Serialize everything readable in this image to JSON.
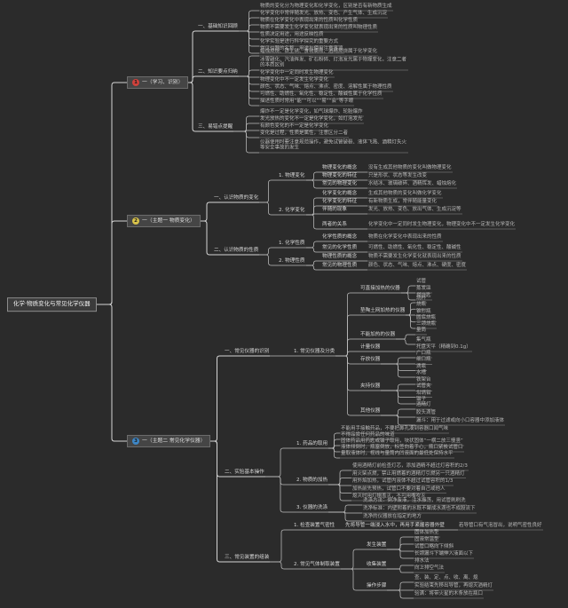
{
  "theme": {
    "background": "#2b2b2b",
    "line": "#d6d6d6",
    "text": "#b9b9b9"
  },
  "root": {
    "label": "化学·物质变化与常见化学仪器"
  },
  "branches": [
    {
      "badge": "1",
      "badge_color": "#d0413b",
      "label": "一（学习、识别）",
      "children": [
        {
          "label": "一、基础知识回顾",
          "children": [
            {
              "label": "物质的变化分为物理变化和化学变化，区别是否有新物质生成"
            },
            {
              "label": "化学变化中常伴随发光、放热、变色、产生气体、生成沉淀"
            },
            {
              "label": "物质在化学变化中表现出来的性质叫化学性质"
            },
            {
              "label": "物质不需要发生化学变化就表现出来的性质叫物理性质"
            },
            {
              "label": "性质决定用途，用途反映性质"
            },
            {
              "label": "化学实验是进行科学探究的重要方式"
            },
            {
              "label": "常见仪器的名称、用途与使用注意事项"
            }
          ]
        },
        {
          "label": "二、知识要点归纳",
          "children": [
            {
              "label": "蜡烛燃烧、铁生锈、食物腐败、酒精燃烧属于化学变化"
            },
            {
              "label": "冰雪融化、汽油挥发、矿石粉碎、灯泡发光属于物理变化，注意二者的本质区别"
            },
            {
              "label": "化学变化中一定同时发生物理变化"
            },
            {
              "label": "物理变化中不一定发生化学变化"
            },
            {
              "label": "颜色、状态、气味、熔点、沸点、密度、溶解性属于物理性质"
            },
            {
              "label": "可燃性、助燃性、氧化性、稳定性、酸碱性属于化学性质"
            },
            {
              "label": "描述性质时常用“能”“可以”“易”“会”等字眼"
            }
          ]
        },
        {
          "label": "三、易错点提醒",
          "children": [
            {
              "label": "爆炸不一定是化学变化，如气球爆炸、轮胎爆炸"
            },
            {
              "label": "发光放热的变化不一定是化学变化，如灯泡发光"
            },
            {
              "label": "有颜色变化的不一定是化学变化"
            },
            {
              "label": "变化是过程，性质是属性，注意区分二者"
            },
            {
              "label": "仪器使用时要注意规范操作，避免试管破裂、液体飞溅、酒精灯失火等安全事故的发生"
            }
          ]
        }
      ]
    },
    {
      "badge": "2",
      "badge_color": "#d8c24a",
      "label": "一（主题一 物质变化）",
      "children": [
        {
          "label": "一、认识物质的变化",
          "children": [
            {
              "label": "1. 物理变化",
              "children": [
                {
                  "label": "物理变化的概念",
                  "children": [
                    {
                      "label": "没有生成其他物质的变化叫做物理变化"
                    }
                  ]
                },
                {
                  "label": "物理变化的特征",
                  "children": [
                    {
                      "label": "只是形状、状态等发生改变"
                    }
                  ]
                },
                {
                  "label": "常见的物理变化",
                  "children": [
                    {
                      "label": "水结冰、玻璃破碎、酒精挥发、蜡烛熔化"
                    }
                  ]
                }
              ]
            },
            {
              "label": "2. 化学变化",
              "children": [
                {
                  "label": "化学变化的概念",
                  "children": [
                    {
                      "label": "生成其他物质的变化叫做化学变化"
                    }
                  ]
                },
                {
                  "label": "化学变化的特征",
                  "children": [
                    {
                      "label": "有新物质生成，常伴随能量变化"
                    }
                  ]
                },
                {
                  "label": "伴随的现象",
                  "children": [
                    {
                      "label": "发光、放热、变色、放出气体、生成沉淀等"
                    }
                  ]
                },
                {
                  "label": "两者的关系",
                  "children": [
                    {
                      "label": "化学变化中一定同时发生物理变化，物理变化中不一定发生化学变化"
                    }
                  ]
                }
              ]
            }
          ]
        },
        {
          "label": "二、认识物质的性质",
          "children": [
            {
              "label": "1. 化学性质",
              "children": [
                {
                  "label": "化学性质的概念",
                  "children": [
                    {
                      "label": "物质在化学变化中表现出来的性质"
                    }
                  ]
                },
                {
                  "label": "常见的化学性质",
                  "children": [
                    {
                      "label": "可燃性、助燃性、氧化性、稳定性、酸碱性"
                    }
                  ]
                }
              ]
            },
            {
              "label": "2. 物理性质",
              "children": [
                {
                  "label": "物理性质的概念",
                  "children": [
                    {
                      "label": "物质不需要发生化学变化就表现出来的性质"
                    }
                  ]
                },
                {
                  "label": "常见的物理性质",
                  "children": [
                    {
                      "label": "颜色、状态、气味、熔点、沸点、硬度、密度"
                    }
                  ]
                }
              ]
            }
          ]
        }
      ]
    },
    {
      "badge": "3",
      "badge_color": "#3d86c6",
      "label": "一（主题二 常见化学仪器）",
      "children": [
        {
          "label": "一、常见仪器的识别",
          "children": [
            {
              "label": "1. 常见仪器及分类",
              "children": [
                {
                  "label": "可直接加热的仪器",
                  "children": [
                    {
                      "label": "试管"
                    },
                    {
                      "label": "蒸发皿"
                    },
                    {
                      "label": "燃烧匙"
                    }
                  ]
                },
                {
                  "label": "垫陶土网加热的仪器",
                  "children": [
                    {
                      "label": "烧杯"
                    },
                    {
                      "label": "烧瓶"
                    },
                    {
                      "label": "锥形瓶"
                    },
                    {
                      "label": "圆底烧瓶"
                    },
                    {
                      "label": "三颈烧瓶"
                    }
                  ]
                },
                {
                  "label": "不能加热的仪器",
                  "children": [
                    {
                      "label": "量筒"
                    },
                    {
                      "label": "集气瓶"
                    }
                  ]
                },
                {
                  "label": "计量仪器",
                  "children": [
                    {
                      "label": "托盘天平（精确到0.1g）"
                    }
                  ]
                },
                {
                  "label": "存放仪器",
                  "children": [
                    {
                      "label": "广口瓶"
                    },
                    {
                      "label": "细口瓶"
                    },
                    {
                      "label": "滴瓶"
                    },
                    {
                      "label": "水槽"
                    }
                  ]
                },
                {
                  "label": "夹持仪器",
                  "children": [
                    {
                      "label": "铁架台"
                    },
                    {
                      "label": "试管夹"
                    },
                    {
                      "label": "坩埚钳"
                    },
                    {
                      "label": "镊子"
                    }
                  ]
                },
                {
                  "label": "其他仪器",
                  "children": [
                    {
                      "label": "酒精灯"
                    },
                    {
                      "label": "胶头滴管"
                    },
                    {
                      "label": "漏斗：用于过滤或向小口容器中添加液体"
                    }
                  ]
                }
              ]
            }
          ]
        },
        {
          "label": "二、实验基本操作",
          "children": [
            {
              "label": "1. 药品的取用",
              "children": [
                {
                  "label": "不能用手接触药品，不要把鼻孔凑到容器口闻气味"
                },
                {
                  "label": "不得品尝任何药品的味道"
                },
                {
                  "label": "固体药品用药匙或镊子取用，块状固体“一横二放三慢竖”"
                },
                {
                  "label": "液体倾倒时，瓶塞倒放，标签向着手心，瓶口紧挨试管口"
                },
                {
                  "label": "量取液体时，视线与量筒内凹液面的最低处保持水平"
                }
              ]
            },
            {
              "label": "2. 物质的加热",
              "children": [
                {
                  "label": "使用酒精灯前检查灯芯，添加酒精不超过灯容积的2/3"
                },
                {
                  "label": "用火柴点燃，禁止用燃着的酒精灯引燃另一只酒精灯"
                },
                {
                  "label": "用外焰加热，试管内液体不超过试管容积的1/3"
                },
                {
                  "label": "加热前先预热，试管口不要对着自己或他人"
                },
                {
                  "label": "熄灭时用灯帽盖灭，不可用嘴吹灭"
                }
              ]
            },
            {
              "label": "3. 仪器的洗涤",
              "children": [
                {
                  "label": "洗涤方法：倒净废液，注水振荡，用试管刷刷洗"
                },
                {
                  "label": "洗净标准：内壁附着的水既不聚成水滴也不成股流下"
                },
                {
                  "label": "洗净的仪器放在指定的地方"
                }
              ]
            }
          ]
        },
        {
          "label": "三、常见装置的组装",
          "children": [
            {
              "label": "1. 检查装置气密性",
              "children": [
                {
                  "label": "先将导管一端浸入水中，再用手紧握容器外壁",
                  "children": [
                    {
                      "label": "若导管口有气泡冒出，说明气密性良好"
                    }
                  ]
                }
              ]
            },
            {
              "label": "2. 常见气体制取装置",
              "children": [
                {
                  "label": "发生装置",
                  "children": [
                    {
                      "label": "固体加热型"
                    },
                    {
                      "label": "固液常温型"
                    },
                    {
                      "label": "试管口略向下倾斜"
                    },
                    {
                      "label": "长颈漏斗下端伸入液面以下"
                    }
                  ]
                },
                {
                  "label": "收集装置",
                  "children": [
                    {
                      "label": "排水法"
                    },
                    {
                      "label": "向上排空气法"
                    }
                  ]
                },
                {
                  "label": "操作步骤",
                  "children": [
                    {
                      "label": "查、装、定、点、收、离、熄"
                    },
                    {
                      "label": "实验结束先移出导管，再熄灭酒精灯"
                    },
                    {
                      "label": "验满：将带火星的木条放在瓶口"
                    }
                  ]
                }
              ]
            }
          ]
        }
      ]
    }
  ]
}
